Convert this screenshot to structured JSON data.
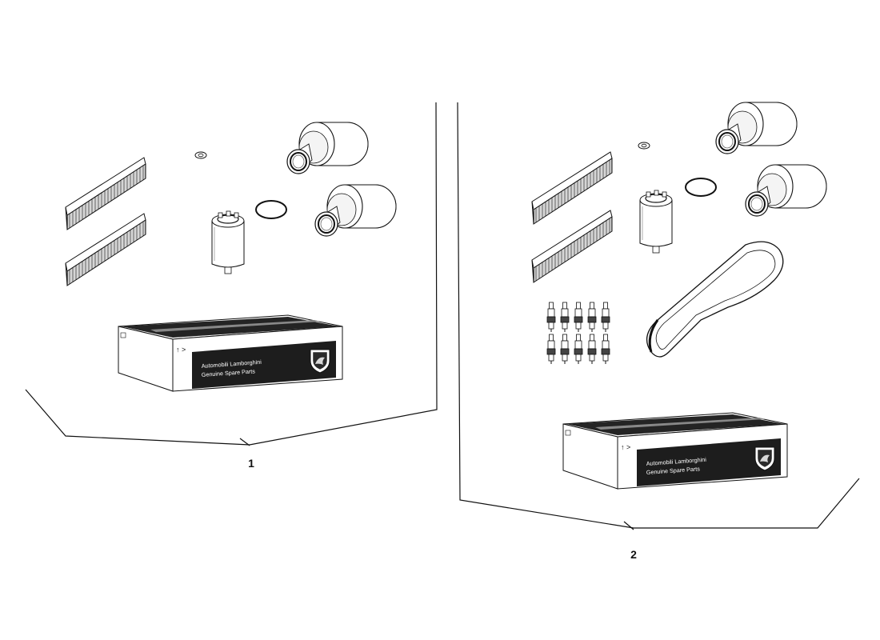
{
  "callouts": [
    "1",
    "2"
  ],
  "kits": [
    {
      "number": "1",
      "box_text": [
        "Automobili Lamborghini",
        "Genuine Spare Parts"
      ]
    },
    {
      "number": "2",
      "box_text": [
        "Automobili Lamborghini",
        "Genuine Spare Parts"
      ]
    }
  ],
  "colors": {
    "line": "#111111",
    "box_panel": "#1d1d1d",
    "paper": "#ffffff"
  }
}
